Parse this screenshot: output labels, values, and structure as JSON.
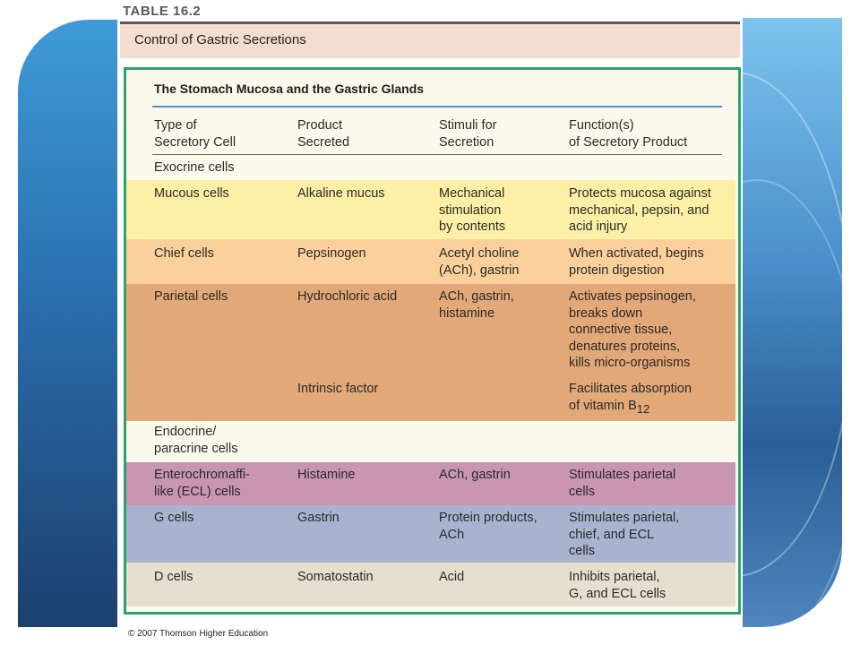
{
  "table_label": "TABLE 16.2",
  "header_title": "Control of Gastric Secretions",
  "subtitle": "The Stomach Mucosa and the Gastric Glands",
  "columns": [
    "Type of\nSecretory Cell",
    "Product\nSecreted",
    "Stimuli for\nSecretion",
    "Function(s)\nof Secretory Product"
  ],
  "sections": {
    "exocrine": "Exocrine cells",
    "endocrine": "Endocrine/\nparacrine cells"
  },
  "rows": {
    "mucous": {
      "cell": "Mucous cells",
      "product": "Alkaline mucus",
      "stimuli": "Mechanical\nstimulation\nby contents",
      "function": "Protects mucosa against\nmechanical, pepsin, and\nacid injury"
    },
    "chief": {
      "cell": "Chief cells",
      "product": "Pepsinogen",
      "stimuli": "Acetyl choline\n(ACh), gastrin",
      "function": "When activated, begins\nprotein digestion"
    },
    "parietal": {
      "cell": "Parietal cells",
      "product": "Hydrochloric acid",
      "stimuli": "ACh, gastrin,\nhistamine",
      "function": "Activates pepsinogen,\nbreaks down\nconnective tissue,\ndenatures proteins,\nkills micro-organisms"
    },
    "intrinsic": {
      "product": "Intrinsic factor",
      "function_line1": "Facilitates absorption",
      "function_line2": "of vitamin B",
      "function_sub": "12"
    },
    "ecl": {
      "cell": "Enterochromaffi-\nlike (ECL) cells",
      "product": "Histamine",
      "stimuli": "ACh, gastrin",
      "function": "Stimulates parietal\ncells"
    },
    "g": {
      "cell": "G cells",
      "product": "Gastrin",
      "stimuli": "Protein products,\nACh",
      "function": "Stimulates parietal,\nchief, and ECL\ncells"
    },
    "d": {
      "cell": "D cells",
      "product": "Somatostatin",
      "stimuli": "Acid",
      "function": "Inhibits parietal,\nG, and ECL cells"
    }
  },
  "colors": {
    "mucous_band": "#fdf0a6",
    "chief_band": "#fbd09a",
    "parietal_band": "#e2a877",
    "ecl_band": "#c995b2",
    "g_band": "#a9b3cf",
    "d_band": "#e7ded0",
    "frame": "#2aa36a",
    "header_band": "#f3ddd0"
  },
  "copyright": "© 2007 Thomson Higher Education"
}
